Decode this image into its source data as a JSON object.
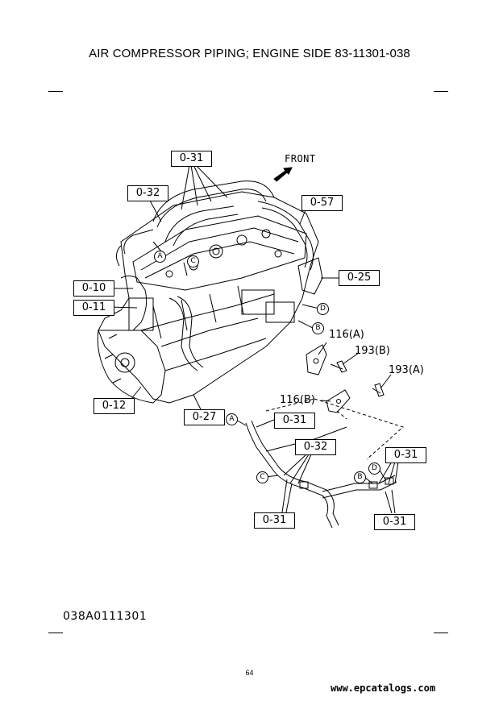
{
  "title": "AIR COMPRESSOR PIPING; ENGINE SIDE  83-11301-038",
  "direction_label": "FRONT",
  "drawing_code": "038A0111301",
  "page_number": "64",
  "watermark": "www.epcatalogs.com",
  "callouts": {
    "c031_top": "0-31",
    "c032_top": "0-32",
    "c057": "0-57",
    "c010": "0-10",
    "c011": "0-11",
    "c025": "0-25",
    "c012": "0-12",
    "c027": "0-27",
    "c031_a": "0-31",
    "c032_mid": "0-32",
    "c031_right": "0-31",
    "c031_bottom_left": "0-31",
    "c031_bottom_right": "0-31"
  },
  "part_labels": {
    "p116a": "116(A)",
    "p193b": "193(B)",
    "p193a": "193(A)",
    "p116b": "116(B)"
  },
  "letter_markers": {
    "a1": "A",
    "c1": "C",
    "d1": "D",
    "b1": "B",
    "a2": "A",
    "c2": "C",
    "d2": "D",
    "b2": "B"
  }
}
